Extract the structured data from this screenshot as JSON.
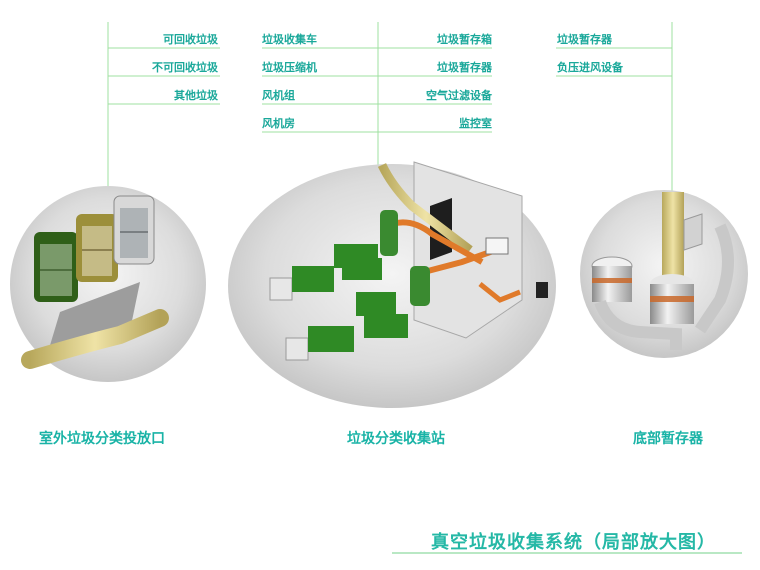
{
  "callouts": {
    "left": [
      "可回收垃圾",
      "不可回收垃圾",
      "其他垃圾"
    ],
    "mid_left": [
      "垃圾收集车",
      "垃圾压缩机",
      "风机组",
      "风机房"
    ],
    "mid_right": [
      "垃圾暂存箱",
      "垃圾暂存器",
      "空气过滤设备",
      "监控室"
    ],
    "right": [
      "垃圾暂存器",
      "负压进风设备"
    ]
  },
  "sections": {
    "outdoor": "室外垃圾分类投放口",
    "station": "垃圾分类收集站",
    "bottom": "底部暂存器"
  },
  "main_title": "真空垃圾收集系统（局部放大图）",
  "colors": {
    "accent": "#1aa89a",
    "line": "#9fe0a0",
    "bin_green": "#3b7a1f",
    "container_green": "#2f8a25",
    "pipe_tan": "#d9c98a",
    "pipe_orange": "#e07a2a"
  }
}
